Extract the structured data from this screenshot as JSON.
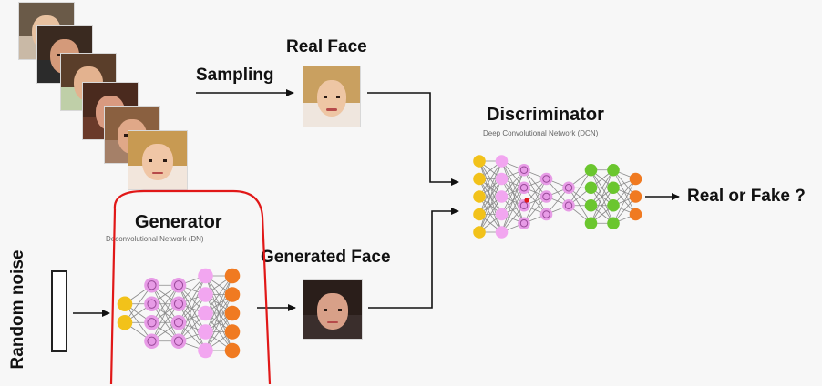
{
  "labels": {
    "real_face": "Real Face",
    "sampling": "Sampling",
    "discriminator": "Discriminator",
    "discriminator_sub": "Deep Convolutional Network (DCN)",
    "generator": "Generator",
    "generator_sub": "Deconvolutional Network (DN)",
    "generated_face": "Generated Face",
    "random_noise": "Random noise",
    "output": "Real or Fake ?"
  },
  "colors": {
    "input_node": "#f2c21a",
    "hidden_node": "#f2a6f0",
    "conv_node": "#e79be6",
    "dense_node": "#6bc62f",
    "output_node": "#f07a21",
    "edge": "#8a8a8a",
    "highlight": "#e11818"
  },
  "generator_layers": [
    2,
    4,
    4,
    5,
    5
  ],
  "discriminator_layers": [
    5,
    5,
    4,
    3,
    2,
    4,
    4,
    3
  ]
}
